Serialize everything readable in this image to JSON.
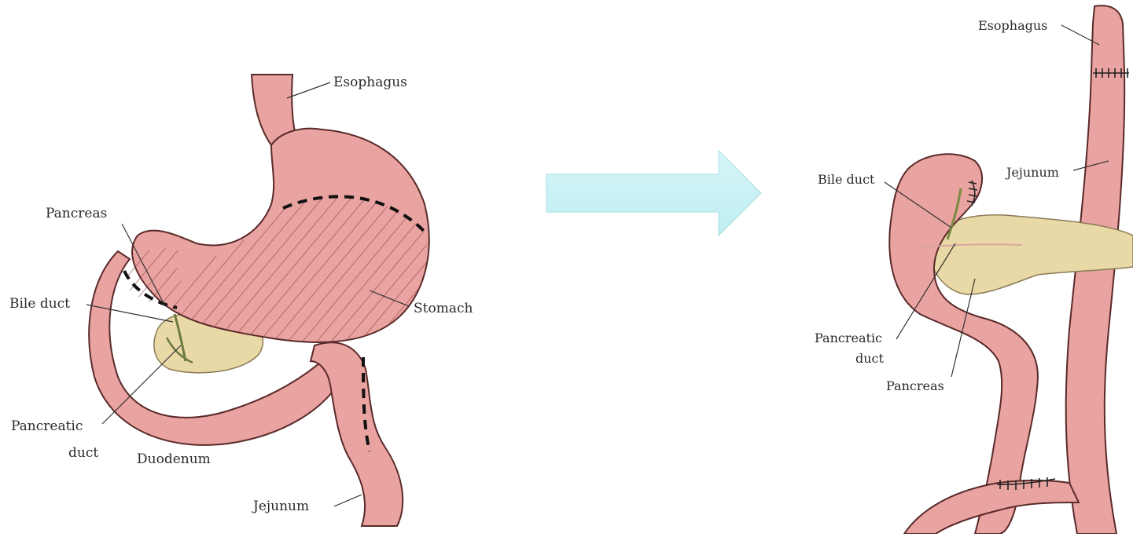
{
  "left_figure": {
    "labels": {
      "esophagus": "Esophagus",
      "pancreas": "Pancreas",
      "bile_duct": "Bile duct",
      "stomach": "Stomach",
      "pancreatic_duct_line1": "Pancreatic",
      "pancreatic_duct_line2": "duct",
      "duodenum": "Duodenum",
      "jejunum": "Jejunum"
    }
  },
  "arrow": {
    "color": "#c9f1f4",
    "direction": "right"
  },
  "right_figure": {
    "labels": {
      "esophagus": "Esophagus",
      "bile_duct": "Bile duct",
      "jejunum": "Jejunum",
      "pancreatic_duct_line1": "Pancreatic",
      "pancreatic_duct_line2": "duct",
      "pancreas": "Pancreas"
    }
  }
}
